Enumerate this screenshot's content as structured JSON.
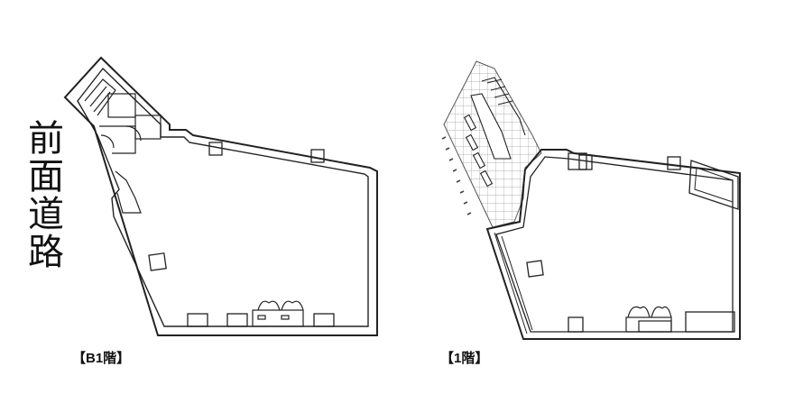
{
  "road_label": "前面道路",
  "floors": [
    {
      "id": "b1",
      "label": "【B1階】"
    },
    {
      "id": "1f",
      "label": "【1階】"
    }
  ],
  "colors": {
    "line": "#222222",
    "hatch": "#888888",
    "paper": "#ffffff"
  }
}
